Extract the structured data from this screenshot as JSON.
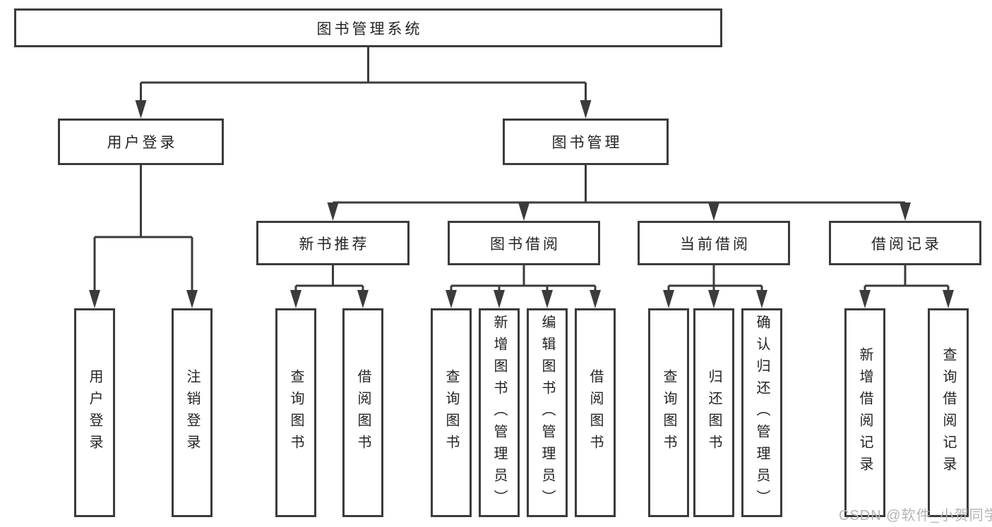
{
  "diagram": {
    "type": "hierarchy-tree",
    "root": {
      "label": "图书管理系统",
      "children": [
        {
          "label": "用户登录",
          "children": [
            {
              "label": "用户登录"
            },
            {
              "label": "注销登录"
            }
          ]
        },
        {
          "label": "图书管理",
          "children": [
            {
              "label": "新书推荐",
              "children": [
                {
                  "label": "查询图书"
                },
                {
                  "label": "借阅图书"
                }
              ]
            },
            {
              "label": "图书借阅",
              "children": [
                {
                  "label": "查询图书"
                },
                {
                  "label": "新增图书（管理员）"
                },
                {
                  "label": "编辑图书（管理员）"
                },
                {
                  "label": "借阅图书"
                }
              ]
            },
            {
              "label": "当前借阅",
              "children": [
                {
                  "label": "查询图书"
                },
                {
                  "label": "归还图书"
                },
                {
                  "label": "确认归还（管理员）"
                }
              ]
            },
            {
              "label": "借阅记录",
              "children": [
                {
                  "label": "新增借阅记录"
                },
                {
                  "label": "查询借阅记录"
                }
              ]
            }
          ]
        }
      ]
    }
  },
  "watermark": {
    "text": "CSDN @软件_小贺同学"
  },
  "colors": {
    "line": "#3b3b3b",
    "text": "#242424",
    "background": "#ffffff",
    "watermark": "#b4b4b4"
  }
}
